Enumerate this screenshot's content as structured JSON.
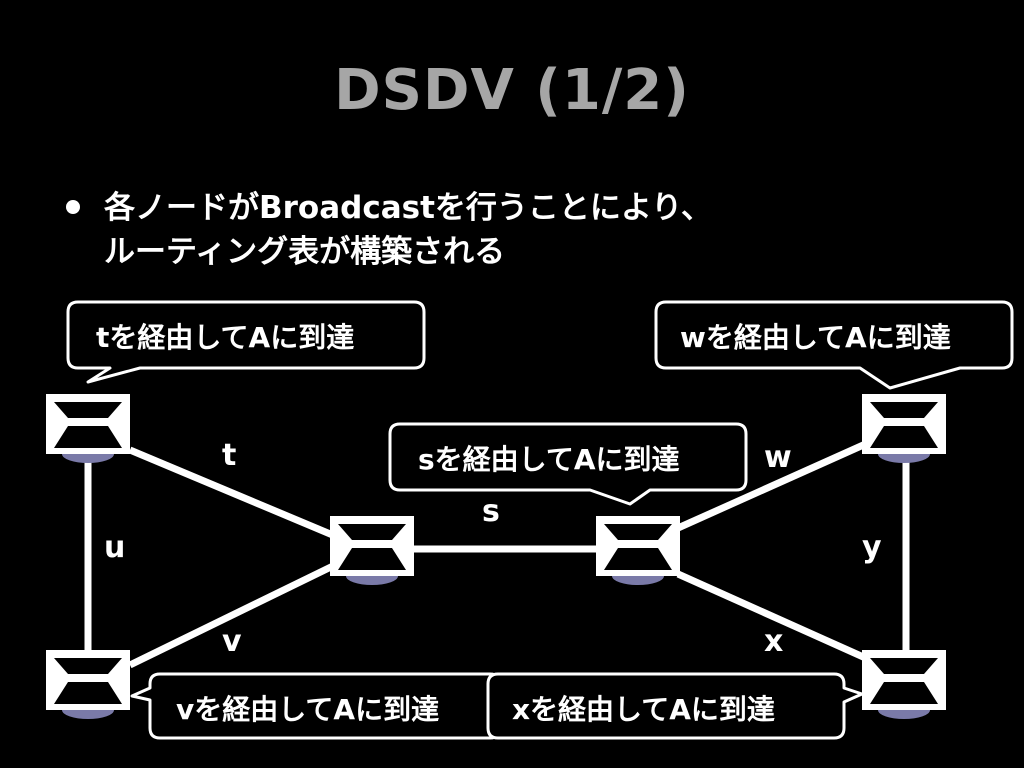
{
  "slide": {
    "title": "DSDV (1/2)",
    "bullet": {
      "line1": "各ノードがBroadcastを行うことにより、",
      "line2": "ルーティング表が構築される"
    }
  },
  "diagram": {
    "links": [
      {
        "id": "t",
        "label": "t"
      },
      {
        "id": "u",
        "label": "u"
      },
      {
        "id": "v",
        "label": "v"
      },
      {
        "id": "s",
        "label": "s"
      },
      {
        "id": "w",
        "label": "w"
      },
      {
        "id": "x",
        "label": "x"
      },
      {
        "id": "y",
        "label": "y"
      }
    ],
    "callouts": {
      "t": "tを経由してAに到達",
      "w": "wを経由してAに到達",
      "s": "sを経由してAに到達",
      "v": "vを経由してAに到達",
      "x": "xを経由してAに到達"
    },
    "colors": {
      "background": "#000000",
      "title": "#a6a6a6",
      "foreground": "#ffffff",
      "node_shadow": "#7a7aa8"
    }
  }
}
